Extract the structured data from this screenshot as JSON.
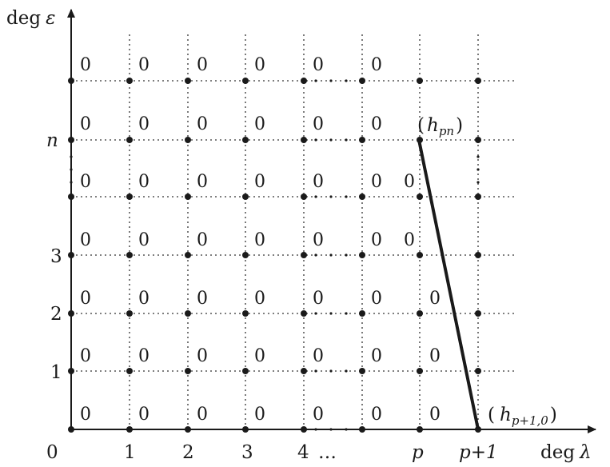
{
  "axes": {
    "y_label": {
      "main": "deg",
      "var": "ε"
    },
    "x_label": {
      "main": "deg",
      "var": "λ"
    }
  },
  "x_ticks": [
    "0",
    "1",
    "2",
    "3",
    "4",
    "…",
    "p",
    "p+1"
  ],
  "y_ticks": [
    "1",
    "2",
    "3",
    "n"
  ],
  "cell_value": "0",
  "annotations": {
    "h_pn": {
      "base": "h",
      "sub": "pn"
    },
    "h_p1_0": {
      "base": "h",
      "sub": "p+1,0"
    }
  },
  "colors": {
    "ink": "#1a1a1a",
    "grid": "#333333"
  }
}
